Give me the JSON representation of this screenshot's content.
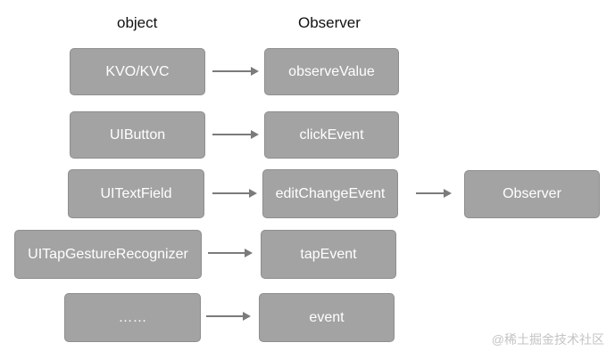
{
  "headers": {
    "object": "object",
    "observer": "Observer"
  },
  "rows": [
    {
      "source": "KVO/KVC",
      "event": "observeValue"
    },
    {
      "source": "UIButton",
      "event": "clickEvent"
    },
    {
      "source": "UITextField",
      "event": "editChangeEvent"
    },
    {
      "source": "UITapGestureRecognizer",
      "event": "tapEvent"
    },
    {
      "source": "……",
      "event": "event"
    }
  ],
  "final_observer": "Observer",
  "watermark": "@稀土掘金技术社区",
  "colors": {
    "box_fill": "#a3a3a3",
    "box_border": "#8e8e8e",
    "box_text": "#ffffff",
    "arrow": "#7b7b7b"
  }
}
